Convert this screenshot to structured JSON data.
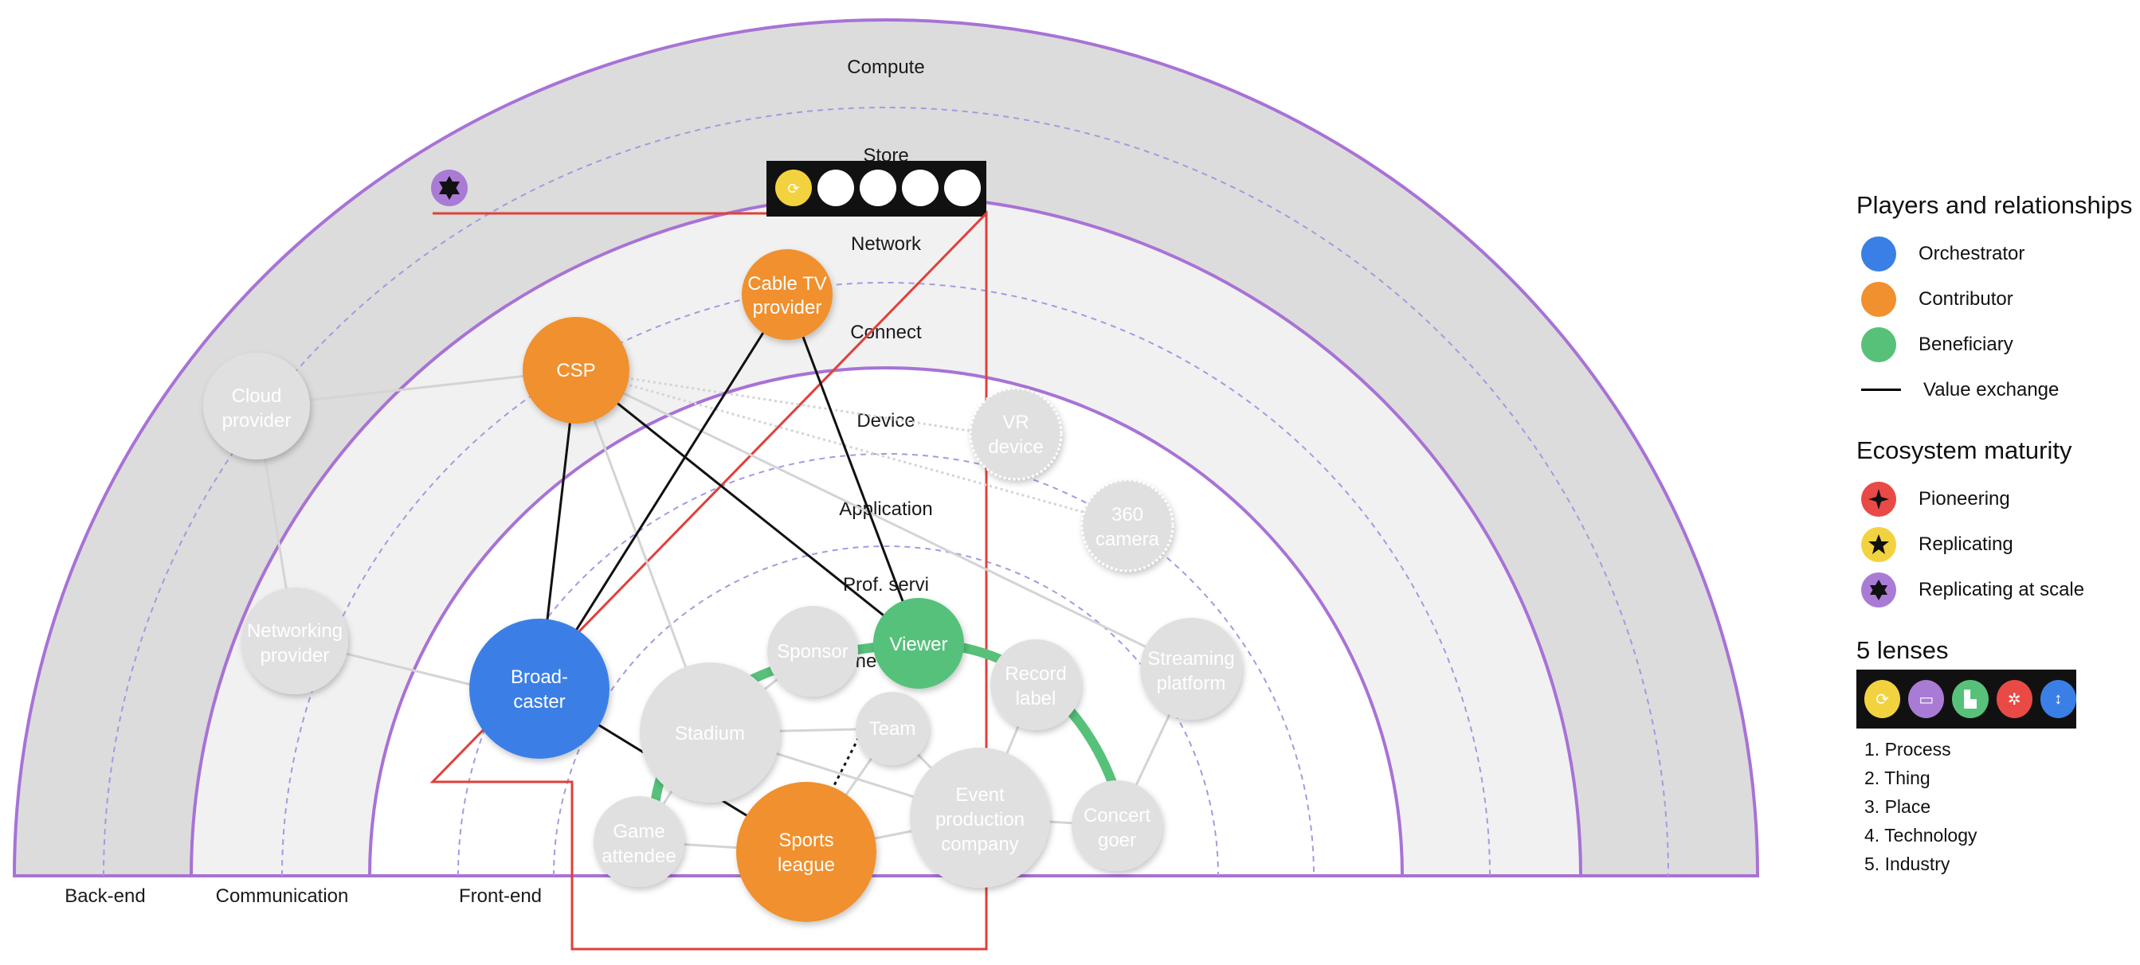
{
  "layers": {
    "compute": "Compute",
    "store": "Store",
    "network": "Network",
    "connect": "Connect",
    "device": "Device",
    "application": "Application",
    "prof_services": "Prof. servi",
    "hidden_partial": "ne"
  },
  "bottom_labels": {
    "back_end": "Back-end",
    "communication": "Communication",
    "front_end": "Front-end"
  },
  "nodes": {
    "cable_tv": [
      "Cable TV",
      "provider"
    ],
    "csp": [
      "CSP"
    ],
    "broadcaster": [
      "Broad-",
      "caster"
    ],
    "viewer": [
      "Viewer"
    ],
    "sports_league": [
      "Sports",
      "league"
    ],
    "cloud_provider": [
      "Cloud",
      "provider"
    ],
    "networking_provider": [
      "Networking",
      "provider"
    ],
    "vr_device": [
      "VR",
      "device"
    ],
    "camera_360": [
      "360",
      "camera"
    ],
    "streaming_platform": [
      "Streaming",
      "platform"
    ],
    "record_label": [
      "Record",
      "label"
    ],
    "sponsor": [
      "Sponsor"
    ],
    "stadium": [
      "Stadium"
    ],
    "team": [
      "Team"
    ],
    "game_attendee": [
      "Game",
      "attendee"
    ],
    "event_production": [
      "Event",
      "production",
      "company"
    ],
    "concert_goer": [
      "Concert",
      "goer"
    ]
  },
  "legend": {
    "players_title": "Players and relationships",
    "orchestrator": "Orchestrator",
    "contributor": "Contributor",
    "beneficiary": "Beneficiary",
    "value_exchange": "Value exchange",
    "maturity_title": "Ecosystem maturity",
    "pioneering": "Pioneering",
    "replicating": "Replicating",
    "replicating_scale": "Replicating at scale",
    "lenses_title": "5 lenses",
    "lenses": [
      "1. Process",
      "2. Thing",
      "3. Place",
      "4. Technology",
      "5. Industry"
    ]
  },
  "colors": {
    "orchestrator": "#3a7fe6",
    "contributor": "#f0902f",
    "beneficiary": "#57c17a",
    "inactive": "#e0e0e0",
    "arc_outline": "#9e6fd0",
    "focus_box": "#e0403a",
    "pioneering": "#e94a45",
    "replicating": "#f3d23f",
    "replicating_scale": "#a97bd5"
  },
  "icons": {
    "maturity_badge": "star-of-david-icon",
    "lens_process": "process-icon",
    "lens_thing": "thing-icon",
    "lens_place": "place-icon",
    "lens_technology": "chip-icon",
    "lens_industry": "arrows-icon"
  }
}
